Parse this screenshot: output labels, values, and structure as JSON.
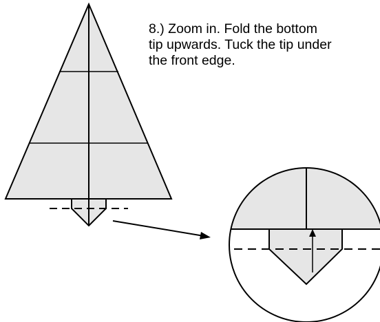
{
  "instructions": {
    "lines": [
      "8.)  Zoom in.  Fold the bottom",
      "tip upwards.  Tuck the tip under",
      "the front edge."
    ]
  },
  "colors": {
    "paper": "#e6e6e6",
    "ink": "#000000",
    "background": "#ffffff"
  }
}
